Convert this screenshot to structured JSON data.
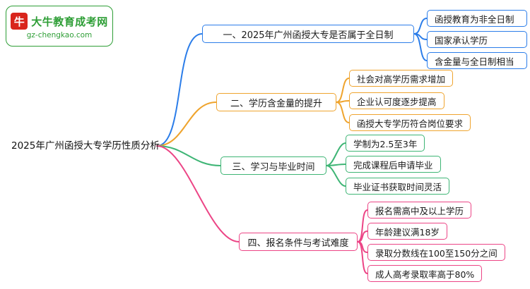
{
  "logo": {
    "title": "大牛教育成考网",
    "subtitle": "gz-chengkao.com",
    "icon_char": "牛"
  },
  "root": {
    "label": "2025年广州函授大专学历性质分析"
  },
  "branches": [
    {
      "label": "一、2025年广州函授大专是否属于全日制",
      "color": "#2b7de9",
      "children": [
        "函授教育为非全日制",
        "国家承认学历",
        "含金量与全日制相当"
      ]
    },
    {
      "label": "二、学历含金量的提升",
      "color": "#efa42e",
      "children": [
        "社会对高学历需求增加",
        "企业认可度逐步提高",
        "函授大专学历符合岗位要求"
      ]
    },
    {
      "label": "三、学习与毕业时间",
      "color": "#3eb575",
      "children": [
        "学制为2.5至3年",
        "完成课程后申请毕业",
        "毕业证书获取时间灵活"
      ]
    },
    {
      "label": "四、报名条件与考试难度",
      "color": "#ec4586",
      "children": [
        "报名需高中及以上学历",
        "年龄建议满18岁",
        "录取分数线在100至150分之间",
        "成人高考录取率高于80%"
      ]
    }
  ]
}
